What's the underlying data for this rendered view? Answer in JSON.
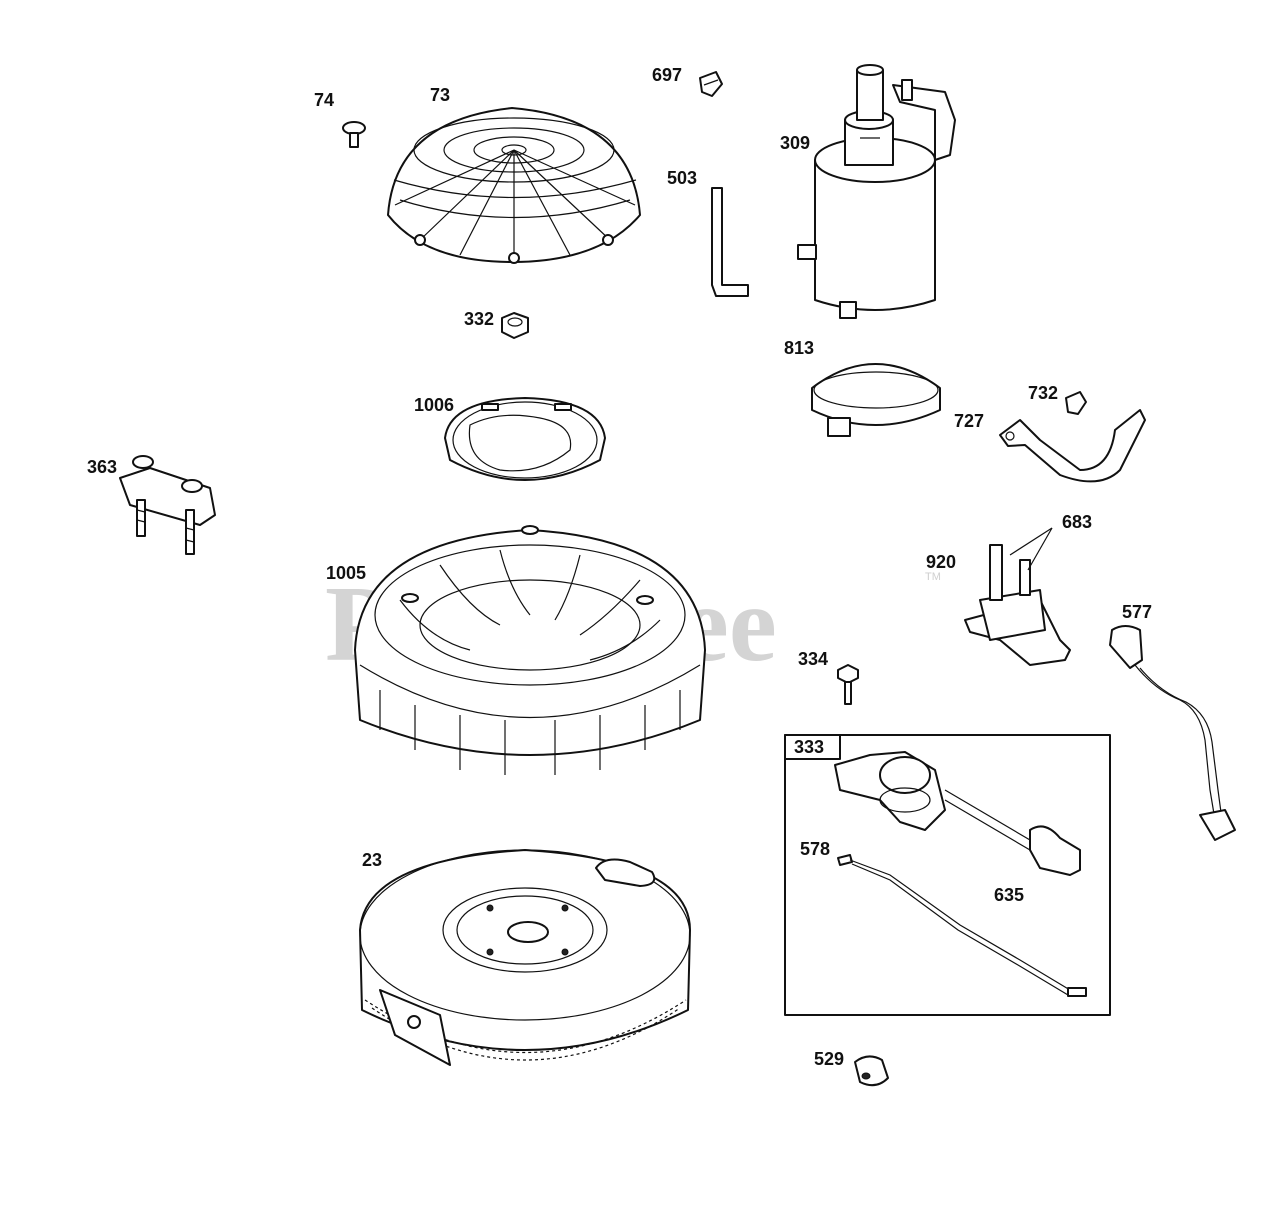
{
  "watermark": {
    "text": "PartsTree",
    "trademark": "TM"
  },
  "parts": [
    {
      "id": "p74",
      "number": "74"
    },
    {
      "id": "p73",
      "number": "73"
    },
    {
      "id": "p697",
      "number": "697"
    },
    {
      "id": "p309",
      "number": "309"
    },
    {
      "id": "p503",
      "number": "503"
    },
    {
      "id": "p332",
      "number": "332"
    },
    {
      "id": "p813",
      "number": "813"
    },
    {
      "id": "p1006",
      "number": "1006"
    },
    {
      "id": "p732",
      "number": "732"
    },
    {
      "id": "p727",
      "number": "727"
    },
    {
      "id": "p363",
      "number": "363"
    },
    {
      "id": "p683",
      "number": "683"
    },
    {
      "id": "p920",
      "number": "920"
    },
    {
      "id": "p1005",
      "number": "1005"
    },
    {
      "id": "p577",
      "number": "577"
    },
    {
      "id": "p334",
      "number": "334"
    },
    {
      "id": "p333",
      "number": "333"
    },
    {
      "id": "p578",
      "number": "578"
    },
    {
      "id": "p23",
      "number": "23"
    },
    {
      "id": "p635",
      "number": "635"
    },
    {
      "id": "p529",
      "number": "529"
    }
  ]
}
